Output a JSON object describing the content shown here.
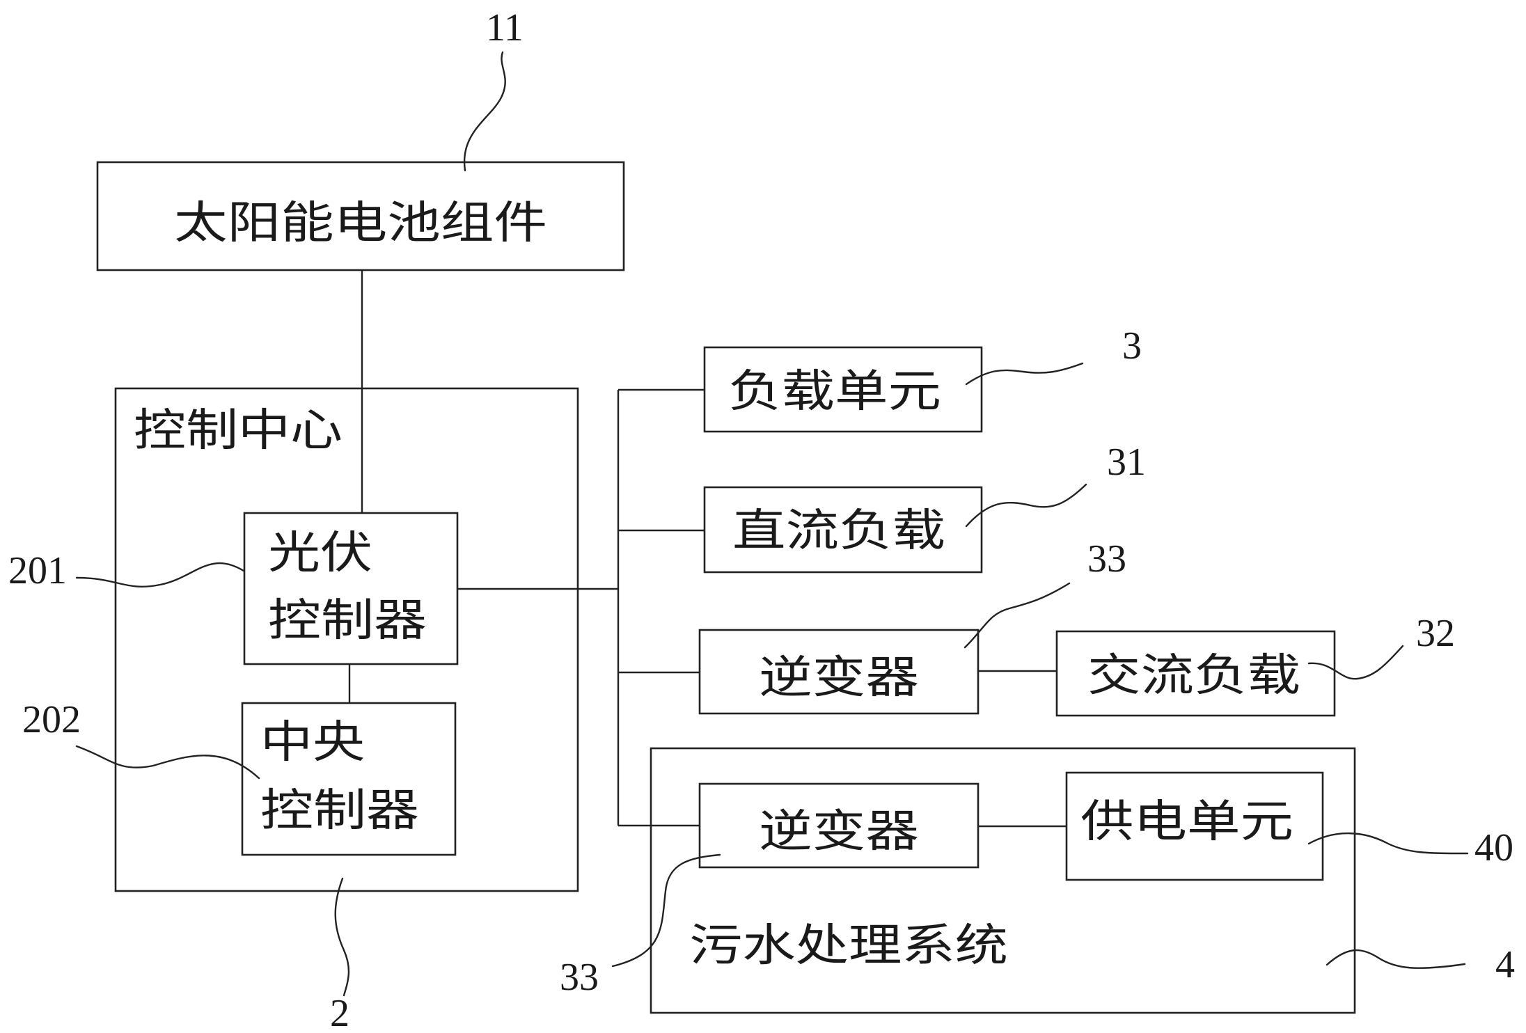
{
  "blocks": {
    "solar_module": "太阳能电池组件",
    "control_center": "控制中心",
    "pv_controller_line1": "光伏",
    "pv_controller_line2": "控制器",
    "central_controller_line1": "中央",
    "central_controller_line2": "控制器",
    "load_unit": "负载单元",
    "dc_load": "直流负载",
    "inverter_upper": "逆变器",
    "ac_load": "交流负载",
    "sewage_system": "污水处理系统",
    "inverter_lower": "逆变器",
    "power_supply_unit": "供电单元"
  },
  "refs": {
    "solar_module": "11",
    "control_center": "2",
    "pv_controller": "201",
    "central_controller": "202",
    "load_unit": "3",
    "dc_load": "31",
    "inverter_upper": "33",
    "ac_load": "32",
    "inverter_lower": "33",
    "power_supply_unit": "40",
    "sewage_system": "4"
  }
}
